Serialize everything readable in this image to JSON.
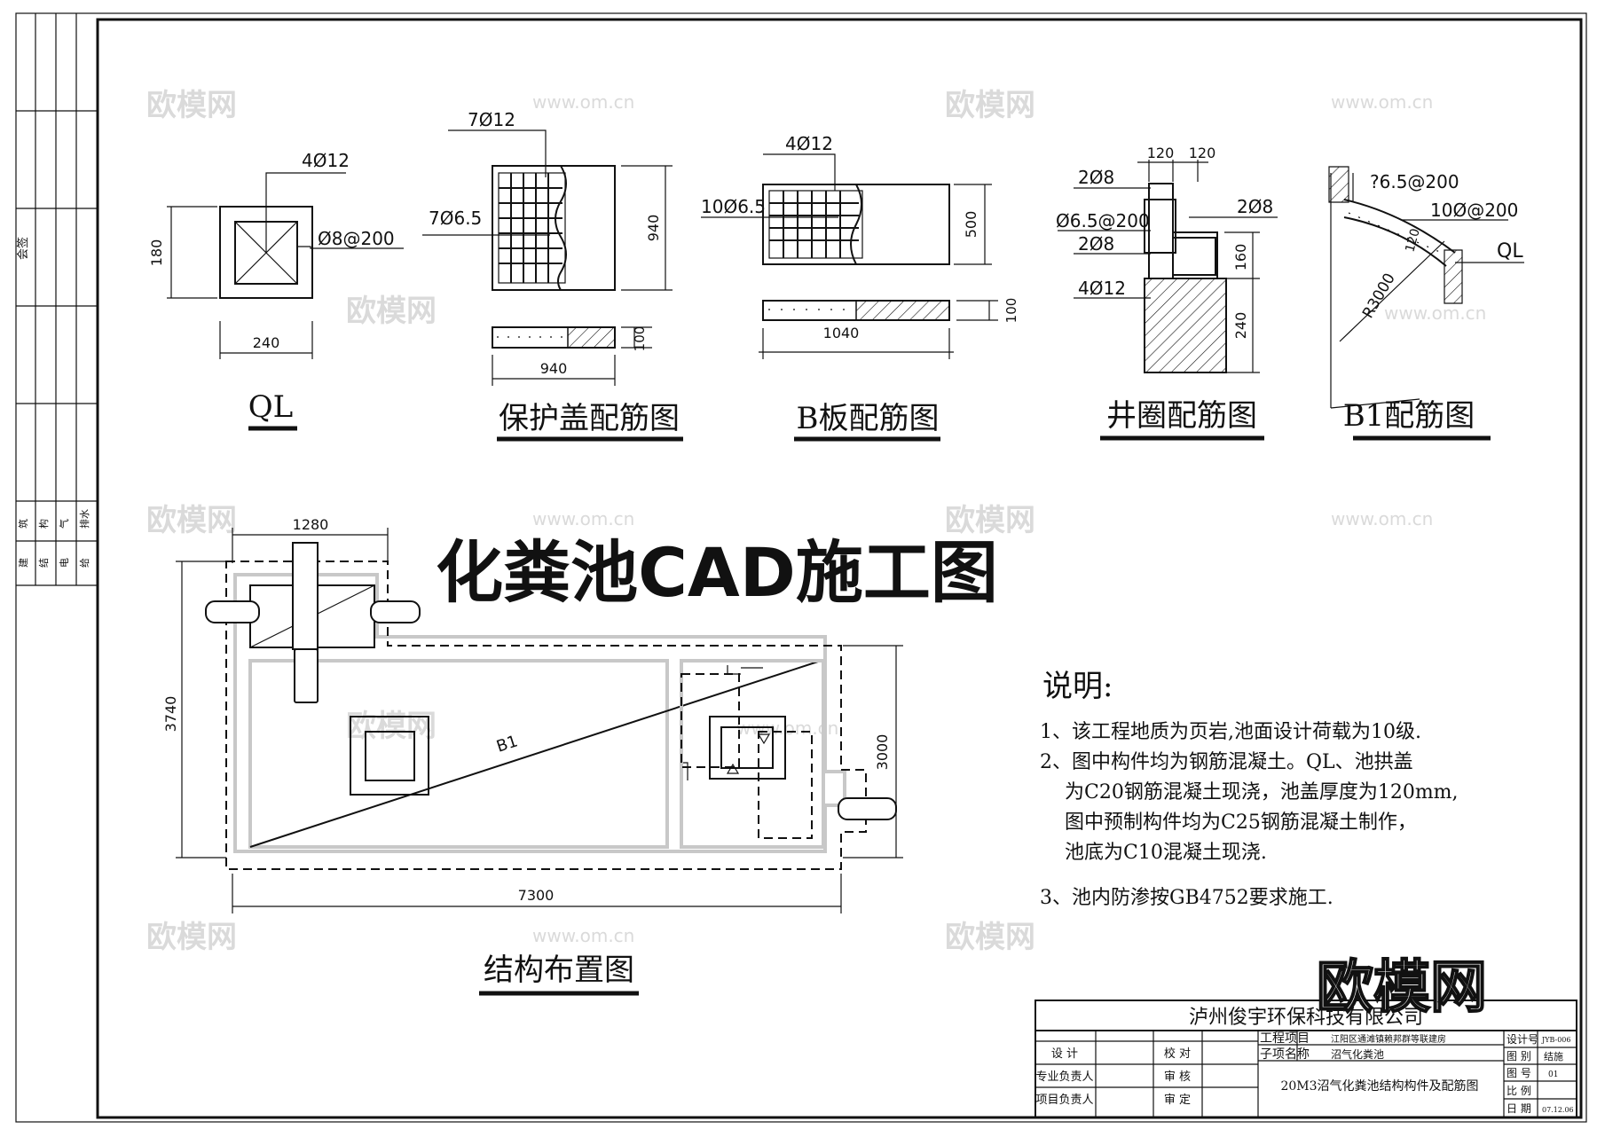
{
  "title": "化粪池CAD施工图",
  "watermark": {
    "brand": "欧模网",
    "url": "www.om.cn"
  },
  "detail_titles": {
    "ql": "QL",
    "cover": "保护盖配筋图",
    "b_slab": "B板配筋图",
    "well_ring": "井圈配筋图",
    "b1": "B1配筋图",
    "layout": "结构布置图"
  },
  "ql_detail": {
    "rebar_main": "4Ø12",
    "stirrup": "Ø8@200",
    "width": "240",
    "height": "180"
  },
  "cover_detail": {
    "rebar_top": "7Ø12",
    "rebar_side": "7Ø6.5",
    "dim_h": "940",
    "dim_w": "940",
    "dim_t": "100"
  },
  "b_slab_detail": {
    "rebar_top": "4Ø12",
    "rebar_side": "10Ø6.5",
    "dim_h": "500",
    "dim_w": "1040",
    "dim_t": "100"
  },
  "well_ring_detail": {
    "dim_a": "120",
    "dim_b": "120",
    "r1": "2Ø8",
    "r2": "Ø6.5@200",
    "r3": "2Ø8",
    "r4": "2Ø8",
    "r5": "4Ø12",
    "dim_c": "160",
    "dim_d": "240"
  },
  "b1_detail": {
    "r1": "?6.5@200",
    "r2": "10Ø@200",
    "label_ql": "QL",
    "radius": "R3000",
    "thickness": "120"
  },
  "layout_plan": {
    "label_b1": "B1",
    "dim_top": "1280",
    "dim_left": "3740",
    "dim_right": "3000",
    "dim_bottom": "7300"
  },
  "notes": {
    "heading": "说明:",
    "items": [
      "1、该工程地质为页岩,池面设计荷载为10级.",
      "2、图中构件均为钢筋混凝土。QL、池拱盖",
      "为C20钢筋混凝土现浇，池盖厚度为120mm,",
      "图中预制构件均为C25钢筋混凝土制作，",
      "池底为C10混凝土现浇.",
      "3、池内防渗按GB4752要求施工."
    ]
  },
  "left_strip": {
    "label_top": "会签",
    "row1": [
      "建",
      "结",
      "电",
      "给"
    ],
    "row2": [
      "筑",
      "构",
      "气",
      "排水"
    ]
  },
  "title_block": {
    "company": "泸州俊宇环保科技有限公司",
    "roles": [
      "设  计",
      "专业负责人",
      "项目负责人"
    ],
    "checks": [
      "校  对",
      "审  核",
      "审  定"
    ],
    "project_label": "工程项目",
    "project_value": "江阳区通滩镇赖邦群等联建房",
    "sub_label": "子项名称",
    "sub_value": "沼气化粪池",
    "drawing_name": "20M3沼气化粪池结构构件及配筋图",
    "meta_labels": [
      "设计号",
      "图  别",
      "图  号",
      "比  例",
      "日  期"
    ],
    "meta_values": [
      "JYB-006",
      "结施",
      "01",
      "",
      "07.12.06"
    ]
  }
}
